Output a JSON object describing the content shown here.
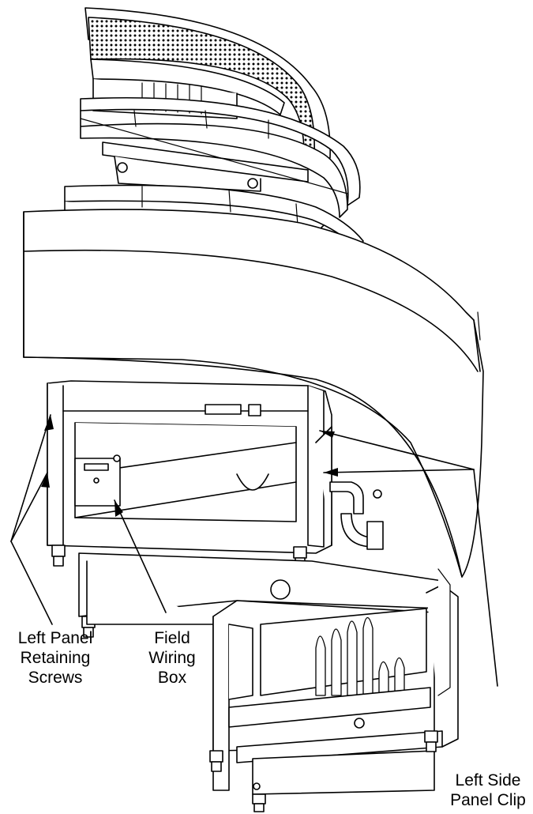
{
  "callouts": {
    "left_panel_screws": {
      "lines": [
        "Left Panel",
        "Retaining",
        "Screws"
      ]
    },
    "field_wiring_box": {
      "lines": [
        "Field",
        "Wiring",
        "Box"
      ]
    },
    "left_side_panel_clip": {
      "lines": [
        "Left Side",
        "Panel Clip"
      ]
    }
  },
  "colors": {
    "line": "#000000",
    "fill": "#ffffff"
  }
}
